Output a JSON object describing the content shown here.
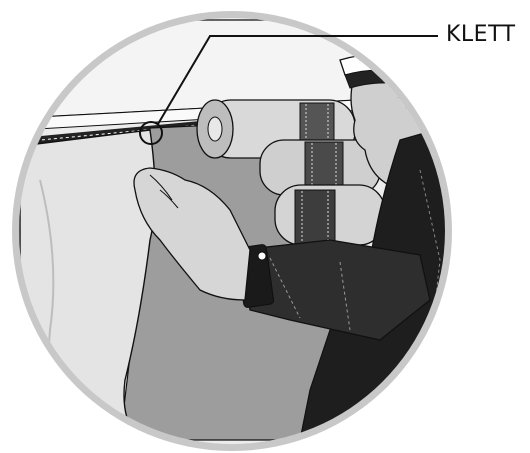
{
  "callout": {
    "label": "KLETT"
  },
  "colors": {
    "background": "#ffffff",
    "circle_ring": "#c8c8c8",
    "sky": "#e9e9e9",
    "fabric_light": "#e4e4e4",
    "fabric_mid": "#9d9d9d",
    "skin": "#cfcfcf",
    "jacket_dark": "#2b2b2b",
    "outline": "#111111"
  },
  "icons": [
    "velcro-callout-circle",
    "hand-icon",
    "rolled-fabric-icon",
    "person-figure"
  ]
}
